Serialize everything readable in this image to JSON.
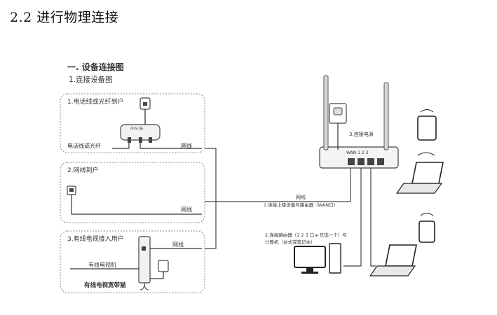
{
  "section_heading": "2.2 进行物理连接",
  "diagram": {
    "title": "一. 设备连接图",
    "subtitle": "1.连接设备图",
    "panel1": {
      "label": "1.电话线或光纤到户",
      "left_cable": "电话线或光纤",
      "right_cable": "网线",
      "modem_text": "ADSL/猫"
    },
    "panel2": {
      "label": "2.网线到户",
      "cable": "网线"
    },
    "panel3": {
      "label": "3.有线电视接入用户",
      "cable": "网线",
      "tv_label": "有线电视机",
      "device_label": "有线电视宽带猫"
    },
    "router": {
      "power_label": "3.连接电源",
      "port_labels": "WAN 1 2 3"
    },
    "wan_note": {
      "line1": "网线",
      "line2": "1.连接上级设备与路由器（WAN口）"
    },
    "lan_note": {
      "line1": "2.连接路由器（1 2 3 口  ▸  任选一个）与",
      "line2": "计算机（台式或笔记本）"
    }
  }
}
